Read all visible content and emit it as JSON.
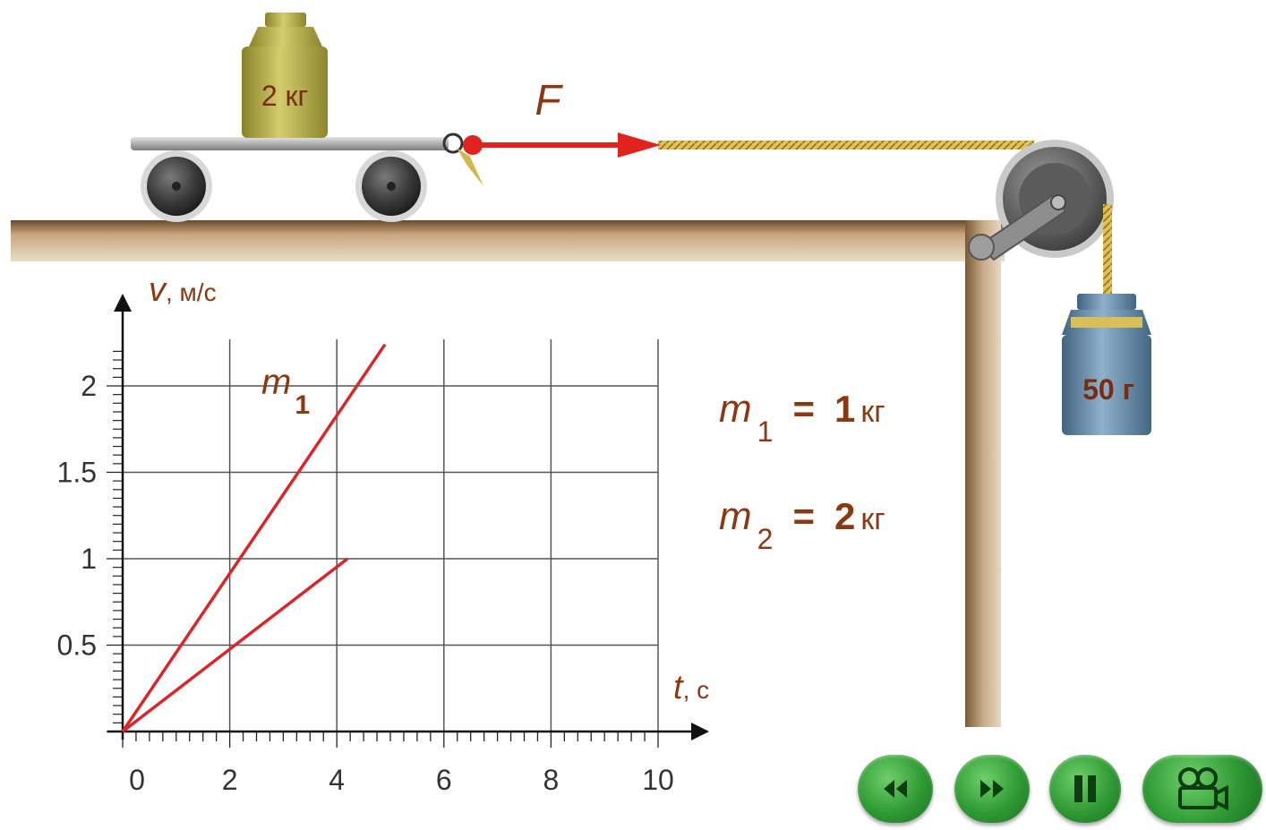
{
  "scene": {
    "cart_weight_label": "2 кг",
    "hanging_weight_label": "50 г",
    "force_label": "F"
  },
  "masses": [
    {
      "symbol": "m",
      "sub": "1",
      "eq": "=",
      "value": "1",
      "unit": "кг"
    },
    {
      "symbol": "m",
      "sub": "2",
      "eq": "=",
      "value": "2",
      "unit": "кг"
    }
  ],
  "chart_data": {
    "type": "line",
    "xlabel_symbol": "t",
    "xlabel_unit": ", с",
    "ylabel_symbol": "v",
    "ylabel_unit": ", м/с",
    "xlim": [
      0,
      10
    ],
    "ylim": [
      0,
      2.2
    ],
    "x_ticks": [
      "0",
      "2",
      "4",
      "6",
      "8",
      "10"
    ],
    "y_ticks": [
      "0.5",
      "1",
      "1.5",
      "2"
    ],
    "grid": true,
    "series": [
      {
        "name": "m1",
        "label_symbol": "m",
        "label_sub": "1",
        "x": [
          0,
          4.9
        ],
        "y": [
          0,
          2.24
        ]
      },
      {
        "x": [
          0,
          4.2
        ],
        "y": [
          0,
          1.0
        ]
      }
    ],
    "line_color": "#d9262b"
  },
  "controls": [
    {
      "name": "rewind-button",
      "icon": "rewind-icon"
    },
    {
      "name": "forward-button",
      "icon": "forward-icon"
    },
    {
      "name": "pause-button",
      "icon": "pause-icon"
    },
    {
      "name": "camera-button",
      "icon": "film-camera-icon"
    }
  ]
}
